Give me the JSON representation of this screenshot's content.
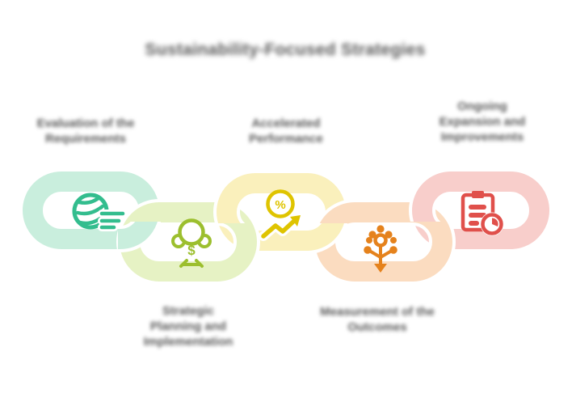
{
  "title": {
    "text": "Sustainability-Focused Strategies"
  },
  "style": {
    "text_color": "#595959",
    "background": "#ffffff"
  },
  "chain": {
    "links": [
      {
        "name": "step-1",
        "link_color": "#c9eedd",
        "icon": "yarn-ball-icon",
        "icon_color": "#33bd8e",
        "label_position": "top",
        "label_lines": [
          "Evaluation of the",
          "Requirements"
        ]
      },
      {
        "name": "step-2",
        "link_color": "#e6f2c4",
        "icon": "money-tree-icon",
        "icon_color": "#9cbf2e",
        "label_position": "bottom",
        "label_lines": [
          "Strategic",
          "Planning and",
          "Implementation"
        ]
      },
      {
        "name": "step-3",
        "link_color": "#faf0bc",
        "icon": "coin-growth-icon",
        "icon_color": "#dfc400",
        "label_position": "top",
        "label_lines": [
          "Accelerated",
          "Performance"
        ]
      },
      {
        "name": "step-4",
        "link_color": "#fbdcc0",
        "icon": "flower-icon",
        "icon_color": "#e5821c",
        "label_position": "bottom",
        "label_lines": [
          "Measurement of the",
          "Outcomes"
        ]
      },
      {
        "name": "step-5",
        "link_color": "#f8cecb",
        "icon": "clipboard-clock-icon",
        "icon_color": "#e0504b",
        "label_position": "top",
        "label_lines": [
          "Ongoing",
          "Expansion and",
          "Improvements"
        ]
      }
    ]
  },
  "icon_symbols": {
    "money_symbol": "$",
    "percent_symbol": "%"
  }
}
